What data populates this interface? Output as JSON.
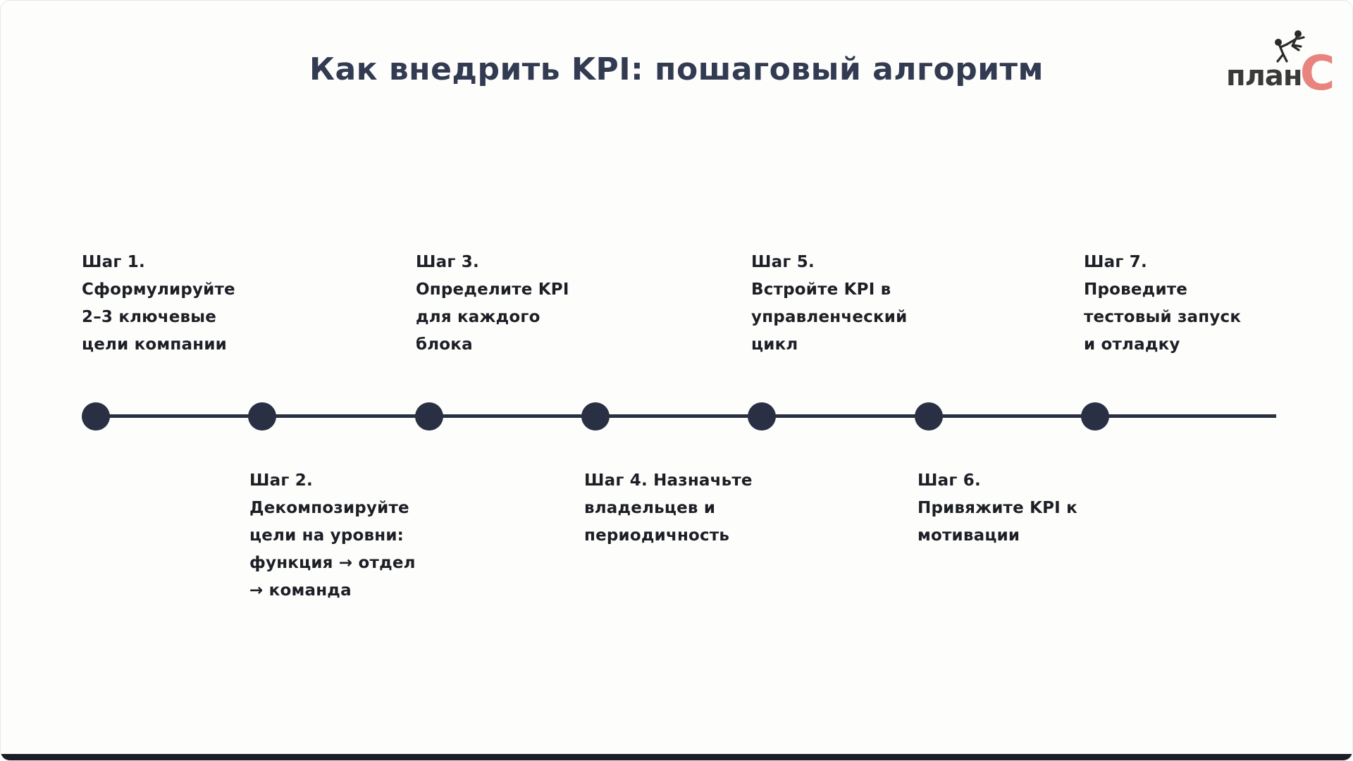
{
  "title": "Как внедрить KPI: пошаговый алгоритм",
  "logo": {
    "text_dark": "план",
    "text_accent": "С",
    "icon": "people-helping-climb-icon",
    "accent_color": "#e8837e",
    "dark_color": "#3a3a3a"
  },
  "colors": {
    "timeline_navy": "#2a3044",
    "title_navy": "#323b52",
    "step_text": "#1d1f26",
    "background": "#fdfdfb",
    "bottom_bar": "#1b1e27"
  },
  "timeline": {
    "step_count": 7,
    "steps": [
      {
        "id": "1",
        "side": "above",
        "text": "Шаг 1.\nСформулируйте\n2–3 ключевые\nцели компании"
      },
      {
        "id": "2",
        "side": "below",
        "text": "Шаг 2.\nДекомпозируйте\nцели на уровни:\nфункция → отдел\n→ команда"
      },
      {
        "id": "3",
        "side": "above",
        "text": "Шаг 3.\nОпределите KPI\nдля каждого\nблока"
      },
      {
        "id": "4",
        "side": "below",
        "text": "Шаг 4. Назначьте\nвладельцев и\nпериодичность"
      },
      {
        "id": "5",
        "side": "above",
        "text": "Шаг 5.\nВстройте KPI в\nуправленческий\nцикл"
      },
      {
        "id": "6",
        "side": "below",
        "text": "Шаг 6.\nПривяжите KPI к\nмотивации"
      },
      {
        "id": "7",
        "side": "above",
        "text": "Шаг 7.\nПроведите\nтестовый запуск\nи отладку"
      }
    ]
  }
}
